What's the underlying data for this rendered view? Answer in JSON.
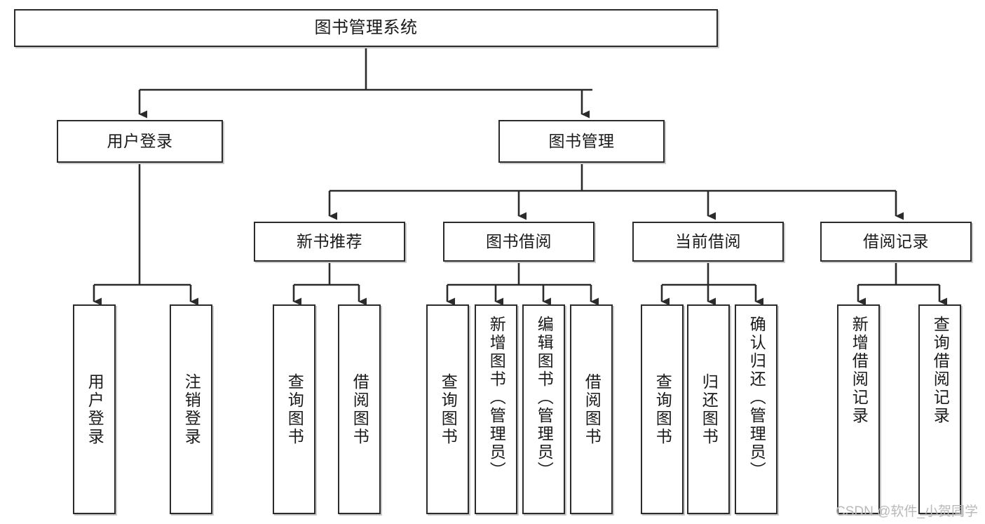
{
  "diagram": {
    "title": "图书管理系统",
    "type": "tree-hierarchy",
    "watermark": "CSDN @软件_小贺同学",
    "colors": {
      "box_border": "#2b2b2b",
      "box_fill": "#ffffff",
      "connector": "#2b2b2b",
      "text": "#1a1a1a",
      "watermark": "#b9b9b9"
    },
    "nodes": {
      "root": {
        "label": "图书管理系统"
      },
      "level2": [
        {
          "label": "用户登录"
        },
        {
          "label": "图书管理"
        }
      ],
      "level3": [
        {
          "label": "新书推荐"
        },
        {
          "label": "图书借阅"
        },
        {
          "label": "当前借阅"
        },
        {
          "label": "借阅记录"
        }
      ],
      "leaves": {
        "user_login": [
          {
            "label": "用户登录"
          },
          {
            "label": "注销登录"
          }
        ],
        "new_book_recommend": [
          {
            "label": "查询图书"
          },
          {
            "label": "借阅图书"
          }
        ],
        "book_borrow": [
          {
            "label": "查询图书"
          },
          {
            "label": "新增图书（管理员）"
          },
          {
            "label": "编辑图书（管理员）"
          },
          {
            "label": "借阅图书"
          }
        ],
        "current_borrow": [
          {
            "label": "查询图书"
          },
          {
            "label": "归还图书"
          },
          {
            "label": "确认归还（管理员）"
          }
        ],
        "borrow_record": [
          {
            "label": "新增借阅记录"
          },
          {
            "label": "查询借阅记录"
          }
        ]
      }
    }
  }
}
